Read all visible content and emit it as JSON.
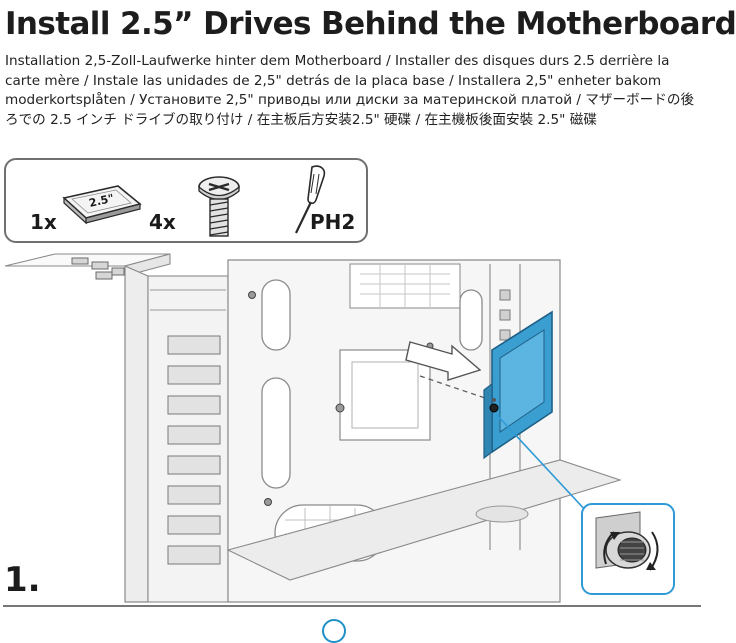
{
  "title": "Install 2.5” Drives Behind the Motherboard",
  "subtitle": "Installation 2,5-Zoll-Laufwerke hinter dem Motherboard / Installer des disques durs 2.5 derrière la carte mère / Instale las unidades de 2,5\" detrás de la placa base / Installera 2,5\" enheter bakom moderkortsplåten / Установите 2,5\" приводы или диски за материнской платой / マザーボードの後ろでの 2.5 インチ ドライブの取り付け / 在主板后方安装2.5\" 硬碟 / 在主機板後面安裝 2.5\" 磁碟",
  "parts": {
    "drive": {
      "qty": "1x",
      "label": "2.5\"",
      "icon": "ssd-drive-icon"
    },
    "screws": {
      "qty": "4x",
      "icon": "screw-icon"
    },
    "tool": {
      "label": "PH2",
      "icon": "screwdriver-icon"
    }
  },
  "step": {
    "number": "1."
  },
  "colors": {
    "bracket_blue": "#3a9fd0",
    "callout_blue": "#2f9ad6",
    "line_gray": "#707070"
  }
}
